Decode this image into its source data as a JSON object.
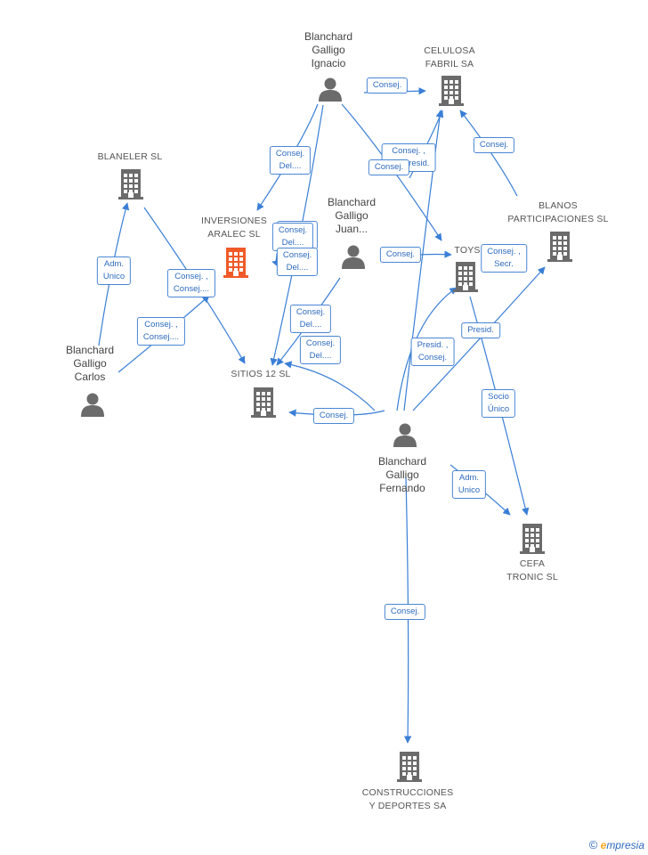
{
  "colors": {
    "edge": "#3a7fd6",
    "company_icon": "#6b6b6b",
    "highlight_company_icon": "#f05a28",
    "person_icon": "#6b6b6b"
  },
  "nodes": [
    {
      "id": "bgi",
      "type": "person",
      "label": "Blanchard\nGalligo\nIgnacio"
    },
    {
      "id": "celulosa",
      "type": "company",
      "label": "CELULOSA\nFABRIL SA"
    },
    {
      "id": "blaneler",
      "type": "company",
      "label": "BLANELER SL"
    },
    {
      "id": "inversiones",
      "type": "company",
      "highlight": true,
      "label": "INVERSIONES\nARALEC SL"
    },
    {
      "id": "bgj",
      "type": "person",
      "label": "Blanchard\nGalligo\nJuan..."
    },
    {
      "id": "toys",
      "type": "company",
      "label": "TOYS"
    },
    {
      "id": "blanos",
      "type": "company",
      "label": "BLANOS\nPARTICIPACIONES SL"
    },
    {
      "id": "bgc",
      "type": "person",
      "label": "Blanchard\nGalligo\nCarlos"
    },
    {
      "id": "sitios",
      "type": "company",
      "label": "SITIOS 12 SL"
    },
    {
      "id": "bgf",
      "type": "person",
      "label": "Blanchard\nGalligo\nFernando"
    },
    {
      "id": "cefa",
      "type": "company",
      "label": "CEFA\nTRONIC SL"
    },
    {
      "id": "construcciones",
      "type": "company",
      "label": "CONSTRUCCIONES\nY DEPORTES SA"
    }
  ],
  "edges": [
    {
      "id": "e1",
      "label": "Consej."
    },
    {
      "id": "e2",
      "label": "Consej.\nDel...."
    },
    {
      "id": "e3",
      "label": "Consej.\nDel...."
    },
    {
      "id": "e4",
      "label": "Consej. ,\nVicepresid."
    },
    {
      "id": "e5",
      "label": "Consej."
    },
    {
      "id": "e6",
      "label": "Consej."
    },
    {
      "id": "e7",
      "label": "Adm.\nUnico"
    },
    {
      "id": "e8",
      "label": "Consej. ,\nConsej...."
    },
    {
      "id": "e9",
      "label": "Consej. ,\nConsej...."
    },
    {
      "id": "e10",
      "label": "Consej.\nDel...."
    },
    {
      "id": "e11",
      "label": "Consej.\nDel...."
    },
    {
      "id": "e12",
      "label": "Consej.\nDel...."
    },
    {
      "id": "e13",
      "label": "Consej.\nDel...."
    },
    {
      "id": "e14",
      "label": "Consej."
    },
    {
      "id": "e15",
      "label": "Consej. ,\nSecr."
    },
    {
      "id": "e16",
      "label": "Presid. ,\nConsej."
    },
    {
      "id": "e17",
      "label": "Presid."
    },
    {
      "id": "e18",
      "label": "Socio\nÚnico"
    },
    {
      "id": "e19",
      "label": "Adm.\nUnico"
    },
    {
      "id": "e20",
      "label": "Consej."
    },
    {
      "id": "e21",
      "label": "Consej."
    }
  ],
  "brand": {
    "copyright": "©",
    "e": "e",
    "rest": "mpresia"
  }
}
